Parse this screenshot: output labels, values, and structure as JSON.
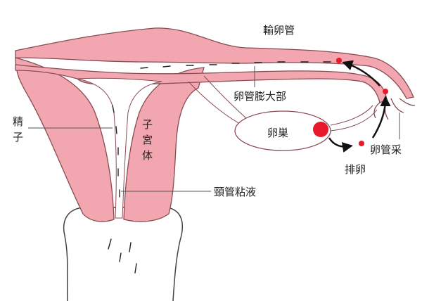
{
  "labels": {
    "fallopian_tube": "輸卵管",
    "ampulla": "卵管膨大部",
    "sperm_line1": "精",
    "sperm_line2": "子",
    "uterus_line1": "子",
    "uterus_line2": "宮",
    "uterus_line3": "体",
    "ovary": "卵巣",
    "fimbria": "卵管采",
    "ovulation": "排卵",
    "cervical_mucus": "頸管粘液"
  },
  "colors": {
    "tissue_fill": "#f2a6b0",
    "outline": "#8a4a52",
    "egg": "#e8182a",
    "arrow": "#111111",
    "leader": "#555555"
  }
}
